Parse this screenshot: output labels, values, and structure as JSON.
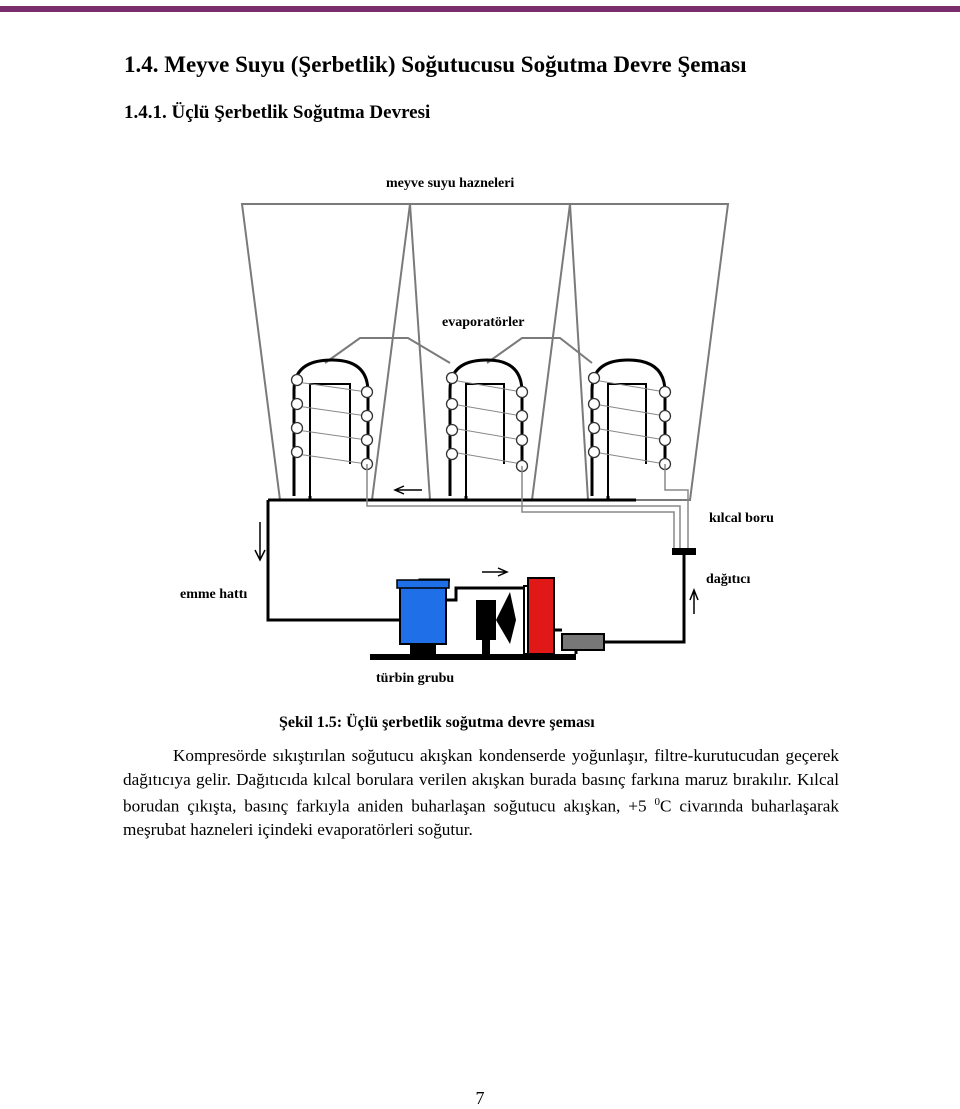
{
  "heading": "1.4. Meyve Suyu (Şerbetlik) Soğutucusu Soğutma Devre Şeması",
  "subheading": "1.4.1. Üçlü Şerbetlik Soğutma Devresi",
  "figure": {
    "labels": {
      "tanks": "meyve suyu hazneleri",
      "evaporators": "evaporatörler",
      "capillary": "kılcal boru",
      "distributor": "dağıtıcı",
      "suction": "emme hattı",
      "turbine": "türbin grubu"
    },
    "colors": {
      "compressor": "#1e6fe8",
      "condenser": "#e01818",
      "filter_drier": "#777777"
    }
  },
  "caption": "Şekil 1.5: Üçlü şerbetlik soğutma devre şeması",
  "paragraph": {
    "line1": "Kompresörde sıkıştırılan soğutucu akışkan kondenserde yoğunlaşır, filtre-kurutucudan geçerek dağıtıcıya gelir. Dağıtıcıda kılcal borulara verilen akışkan burada basınç farkına maruz bırakılır. Kılcal borudan çıkışta, basınç farkıyla aniden buharlaşan soğutucu akışkan, +5 ",
    "sup": "0",
    "line2": "C civarında buharlaşarak meşrubat hazneleri içindeki evaporatörleri soğutur."
  },
  "page_number": "7"
}
